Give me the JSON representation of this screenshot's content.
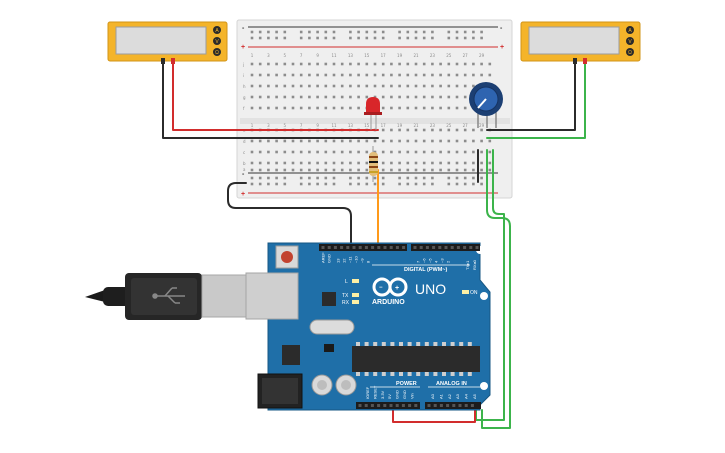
{
  "board": {
    "logo_text": "ARDUINO",
    "model_text": "UNO",
    "digital_label": "DIGITAL (PWM~)",
    "on_label": "ON",
    "power_label": "POWER",
    "analog_label": "ANALOG IN",
    "led_l": "L",
    "led_tx": "TX",
    "led_rx": "RX",
    "tx_pin": "TX▸1",
    "rx_pin": "RX◂0",
    "digital_pins": [
      "AREF",
      "GND",
      "13",
      "12",
      "~11",
      "~10",
      "~9",
      "8",
      "7",
      "~6",
      "~5",
      "4",
      "~3",
      "2"
    ],
    "power_pins": [
      "IOREF",
      "RESET",
      "3.3V",
      "5V",
      "GND",
      "GND",
      "Vin"
    ],
    "analog_pins": [
      "A0",
      "A1",
      "A2",
      "A3",
      "A4",
      "A5"
    ]
  },
  "breadboard": {
    "rail_plus": "+",
    "rail_minus": "-",
    "row_letters_top": [
      "j",
      "i",
      "h",
      "g",
      "f"
    ],
    "row_letters_bottom": [
      "e",
      "d",
      "c",
      "b",
      "a"
    ],
    "column_numbers": [
      "1",
      "3",
      "5",
      "7",
      "9",
      "11",
      "13",
      "15",
      "17",
      "19",
      "21",
      "23",
      "25",
      "27",
      "29"
    ]
  },
  "multimeter_left": {
    "mode_labels": [
      "A",
      "V",
      "Ω"
    ]
  },
  "multimeter_right": {
    "mode_labels": [
      "A",
      "V",
      "Ω"
    ]
  },
  "colors": {
    "board_blue": "#1f6fa8",
    "meter_yellow": "#f4b42a",
    "wire_red": "#d22d2d",
    "wire_black": "#2b2b2b",
    "wire_green": "#3cb44b",
    "wire_orange": "#ff9a1a"
  }
}
